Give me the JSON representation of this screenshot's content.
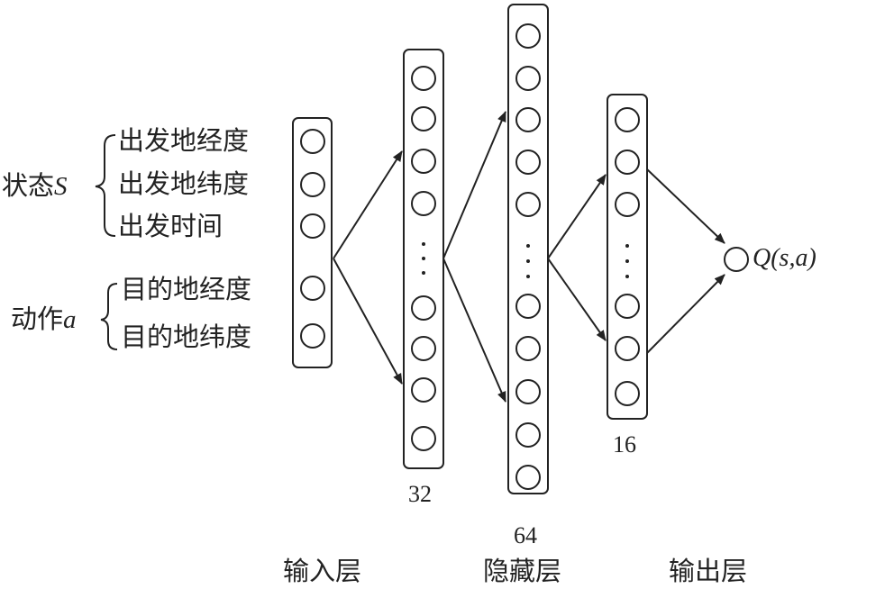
{
  "inputs": {
    "state_label": "状态",
    "state_symbol": "S",
    "state_features": [
      "出发地经度",
      "出发地纬度",
      "出发时间"
    ],
    "action_label": "动作",
    "action_symbol": "a",
    "action_features": [
      "目的地经度",
      "目的地纬度"
    ]
  },
  "layers": {
    "hidden1_size": "32",
    "hidden2_size": "64",
    "hidden3_size": "16",
    "output_label": "Q(s,a)"
  },
  "bottom_labels": [
    "输入层",
    "隐藏层",
    "输出层"
  ],
  "colors": {
    "stroke": "#222222"
  }
}
